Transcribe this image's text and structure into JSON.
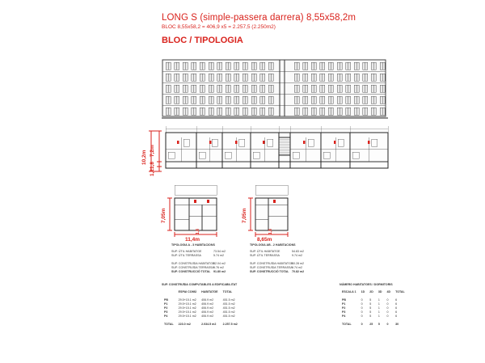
{
  "header": {
    "title": "LONG S (simple-passera darrera) 8,55x58,2m",
    "subtitle": "BLOC 8,55x58,2 = 406,9 x5 = 2.257,5 (2.250m2)",
    "section": "BLOC / TIPOLOGIA"
  },
  "plan": {
    "dim_total": "10,2m",
    "dim_a": "7,2m",
    "dim_b": "1,8",
    "dim_c": "1,2"
  },
  "tipology_a": {
    "dim_height": "7,05m",
    "dim_small": "1,8",
    "dim_width": "11,4m",
    "heading": "TIPOLOGIA A - 3 HABITACIONS",
    "rows": [
      {
        "label": "SUP. ÚTIL HABITATGE",
        "value": "73.54 m2"
      },
      {
        "label": "SUP. ÚTIL TERRASSA",
        "value": "5.74 m2"
      },
      {
        "label": "",
        "value": ""
      },
      {
        "label": "SUP. CONSTRUÏDA HABITATGE",
        "value": "82.04 m2"
      },
      {
        "label": "SUP. CONSTRUÏDA TERRASSA",
        "value": "9.76 m2"
      }
    ],
    "total_label": "SUP. CONSTRUCCIÓ TOTAL",
    "total_value": "91.80 m2"
  },
  "tipology_b": {
    "dim_height": "7,05m",
    "dim_small": "1,8",
    "dim_width": "8,65m",
    "heading": "TIPOLOGIA AB - 2 HABITACIONS",
    "rows": [
      {
        "label": "SUP. ÚTIL HABITATGE",
        "value": "54.83 m2"
      },
      {
        "label": "SUP. ÚTIL TERRASSA",
        "value": "9.74 m2"
      },
      {
        "label": "",
        "value": ""
      },
      {
        "label": "SUP. CONSTRUÏDA HABITATGE",
        "value": "60.28 m2"
      },
      {
        "label": "SUP. CONSTRUÏDA TERRASSA",
        "value": "9.74 m2"
      }
    ],
    "total_label": "SUP. CONSTRUCCIÓ TOTAL",
    "total_value": "70.82 m2"
  },
  "surface_table": {
    "title": "SUP. CONSTRUÏDA COMPUTABLES A EDIFICABILITAT",
    "columns": [
      "",
      "ESPAI COMÚ",
      "HABITATGE",
      "TOTAL"
    ],
    "rows": [
      [
        "PB",
        "29.5+15.1 m2",
        "406.9 m2",
        "451.5 m2"
      ],
      [
        "P1",
        "29.5+15.1 m2",
        "406.9 m2",
        "451.5 m2"
      ],
      [
        "P2",
        "29.5+15.1 m2",
        "406.9 m2",
        "451.5 m2"
      ],
      [
        "P3",
        "29.5+15.1 m2",
        "406.9 m2",
        "451.5 m2"
      ],
      [
        "P4",
        "29.5+15.1 m2",
        "406.9 m2",
        "451.5 m2"
      ]
    ],
    "total": [
      "TOTAL",
      "223.0 m2",
      "2.034.5 m2",
      "2.257.5 m2"
    ]
  },
  "units_table": {
    "title": "NÚMERO HABITATGES / DORMITORIS",
    "columns": [
      "ESCALA 1",
      "1D",
      "2D",
      "3D",
      "4D",
      "TOTAL"
    ],
    "rows": [
      [
        "PB",
        "0",
        "5",
        "1",
        "0",
        "6"
      ],
      [
        "P1",
        "0",
        "5",
        "1",
        "0",
        "6"
      ],
      [
        "P2",
        "0",
        "5",
        "1",
        "0",
        "6"
      ],
      [
        "P3",
        "0",
        "5",
        "1",
        "0",
        "6"
      ],
      [
        "P4",
        "0",
        "5",
        "1",
        "0",
        "6"
      ]
    ],
    "total": [
      "TOTAL",
      "0",
      "25",
      "5",
      "0",
      "30"
    ]
  }
}
